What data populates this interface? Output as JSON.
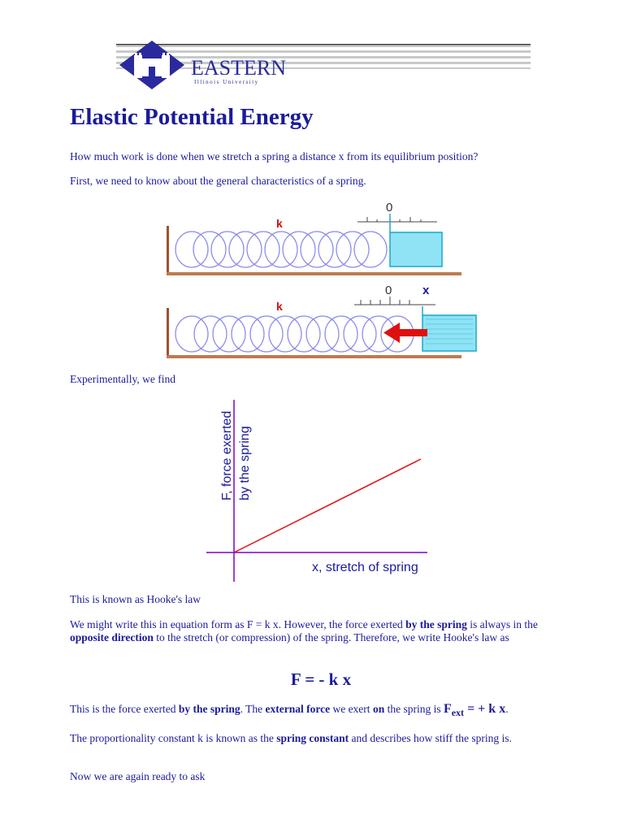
{
  "logo": {
    "name": "EASTERN",
    "subtitle": "Illinois University"
  },
  "title": "Elastic Potential Energy",
  "paragraphs": {
    "q1": "How much work is done when we stretch a spring a distance x from its equilibrium position?",
    "first": "First, we need to know about the general characteristics of a spring.",
    "exp": "Experimentally, we find",
    "hooke": "This is known as Hooke's law",
    "might_a": "We might write this in equation form as F = k x. However, the force exerted ",
    "might_b": "by the spring",
    "might_c": " is always in the ",
    "might_d": "opposite direction",
    "might_e": " to the stretch (or compression) of the spring. Therefore, we write Hooke's law as",
    "force_a": "This is the force exerted ",
    "force_b": "by the spring",
    "force_c": ". The ",
    "force_d": "external force",
    "force_e": " we exert ",
    "force_f": "on",
    "force_g": " the spring is ",
    "fext_f": "F",
    "fext_sub": "ext",
    "fext_rest": " = + k x",
    "period": ".",
    "prop_a": "The proportionality constant k is known as the ",
    "prop_b": "spring constant",
    "prop_c": " and describes how stiff the spring is.",
    "now": "Now we are again ready to ask"
  },
  "equation": "F = - k x",
  "spring_fig": {
    "k_label": "k",
    "zero_label": "0",
    "x_label": "x",
    "spring_color": "#8c8cf0",
    "block_color": "#33c6e8",
    "arrow_color": "#e01010",
    "wall_color": "#a0522d"
  },
  "graph": {
    "ylabel_line1": "F, force exerted",
    "ylabel_line2": "by the spring",
    "xlabel": "x, stretch of spring",
    "axis_color": "#8000c0",
    "line_color": "#e01010"
  }
}
